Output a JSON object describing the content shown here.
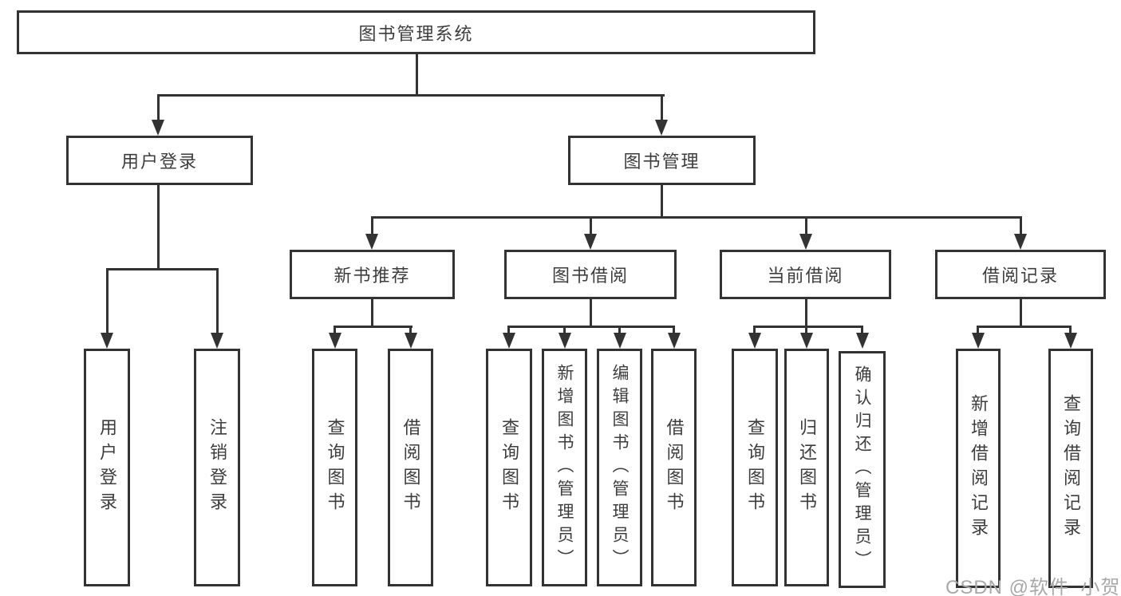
{
  "diagram": {
    "title": "图书管理系统",
    "level2": {
      "user_login": "用户登录",
      "book_mgmt": "图书管理"
    },
    "level3": {
      "new_books": "新书推荐",
      "book_borrow": "图书借阅",
      "current_borrow": "当前借阅",
      "borrow_records": "借阅记录"
    },
    "leaves": {
      "user_login": "用户登录",
      "logout": "注销登录",
      "nb_query_books": "查询图书",
      "nb_borrow_books": "借阅图书",
      "bb_query_books": "查询图书",
      "bb_add_books": "新增图书（管理员）",
      "bb_edit_books": "编辑图书（管理员）",
      "bb_borrow_books": "借阅图书",
      "cb_query_books": "查询图书",
      "cb_return_books": "归还图书",
      "cb_confirm_return": "确认归还（管理员）",
      "br_add_record": "新增借阅记录",
      "br_query_record": "查询借阅记录"
    }
  },
  "watermark": "CSDN @软件_小贺同学",
  "colors": {
    "line": "#333333",
    "text": "#3d3d3d",
    "watermark": "#a8a8a8"
  }
}
